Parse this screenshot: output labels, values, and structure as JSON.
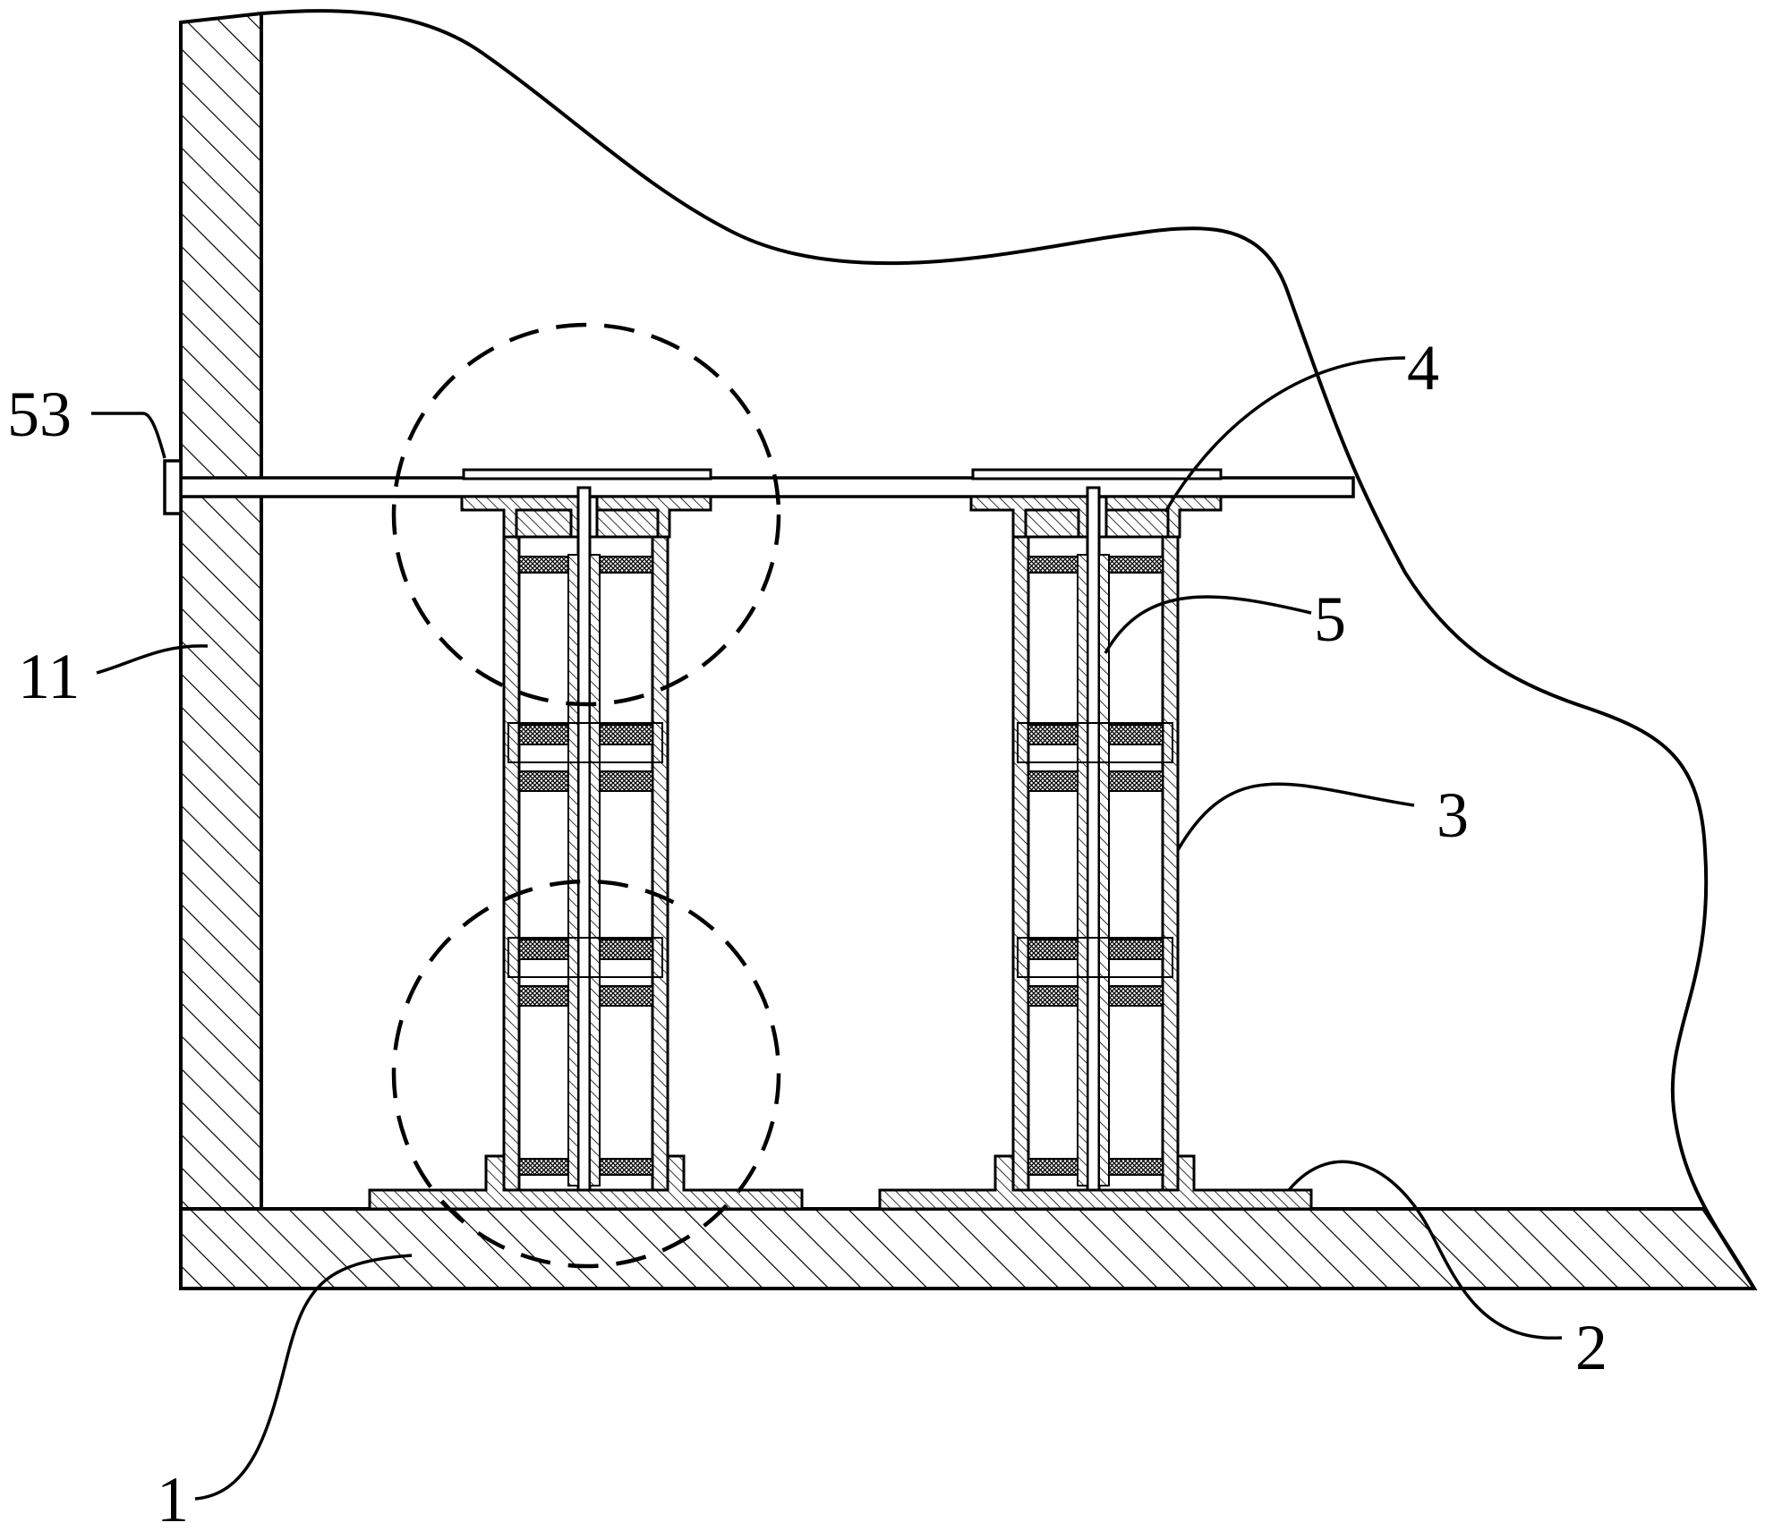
{
  "figure": {
    "labels": {
      "base": "1",
      "plate": "2",
      "column": "3",
      "cap": "4",
      "rod": "5",
      "wall": "11",
      "fastener": "53"
    }
  }
}
